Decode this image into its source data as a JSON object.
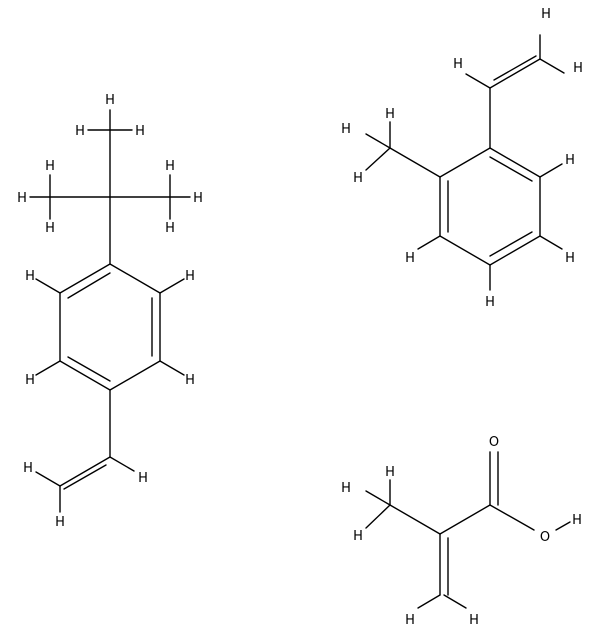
{
  "atoms": {
    "hydrogen": "H",
    "oxygen": "O"
  },
  "molecules": [
    {
      "id": "tert-butylstyrene"
    },
    {
      "id": "methylstyrene"
    },
    {
      "id": "methacrylic-acid"
    }
  ]
}
